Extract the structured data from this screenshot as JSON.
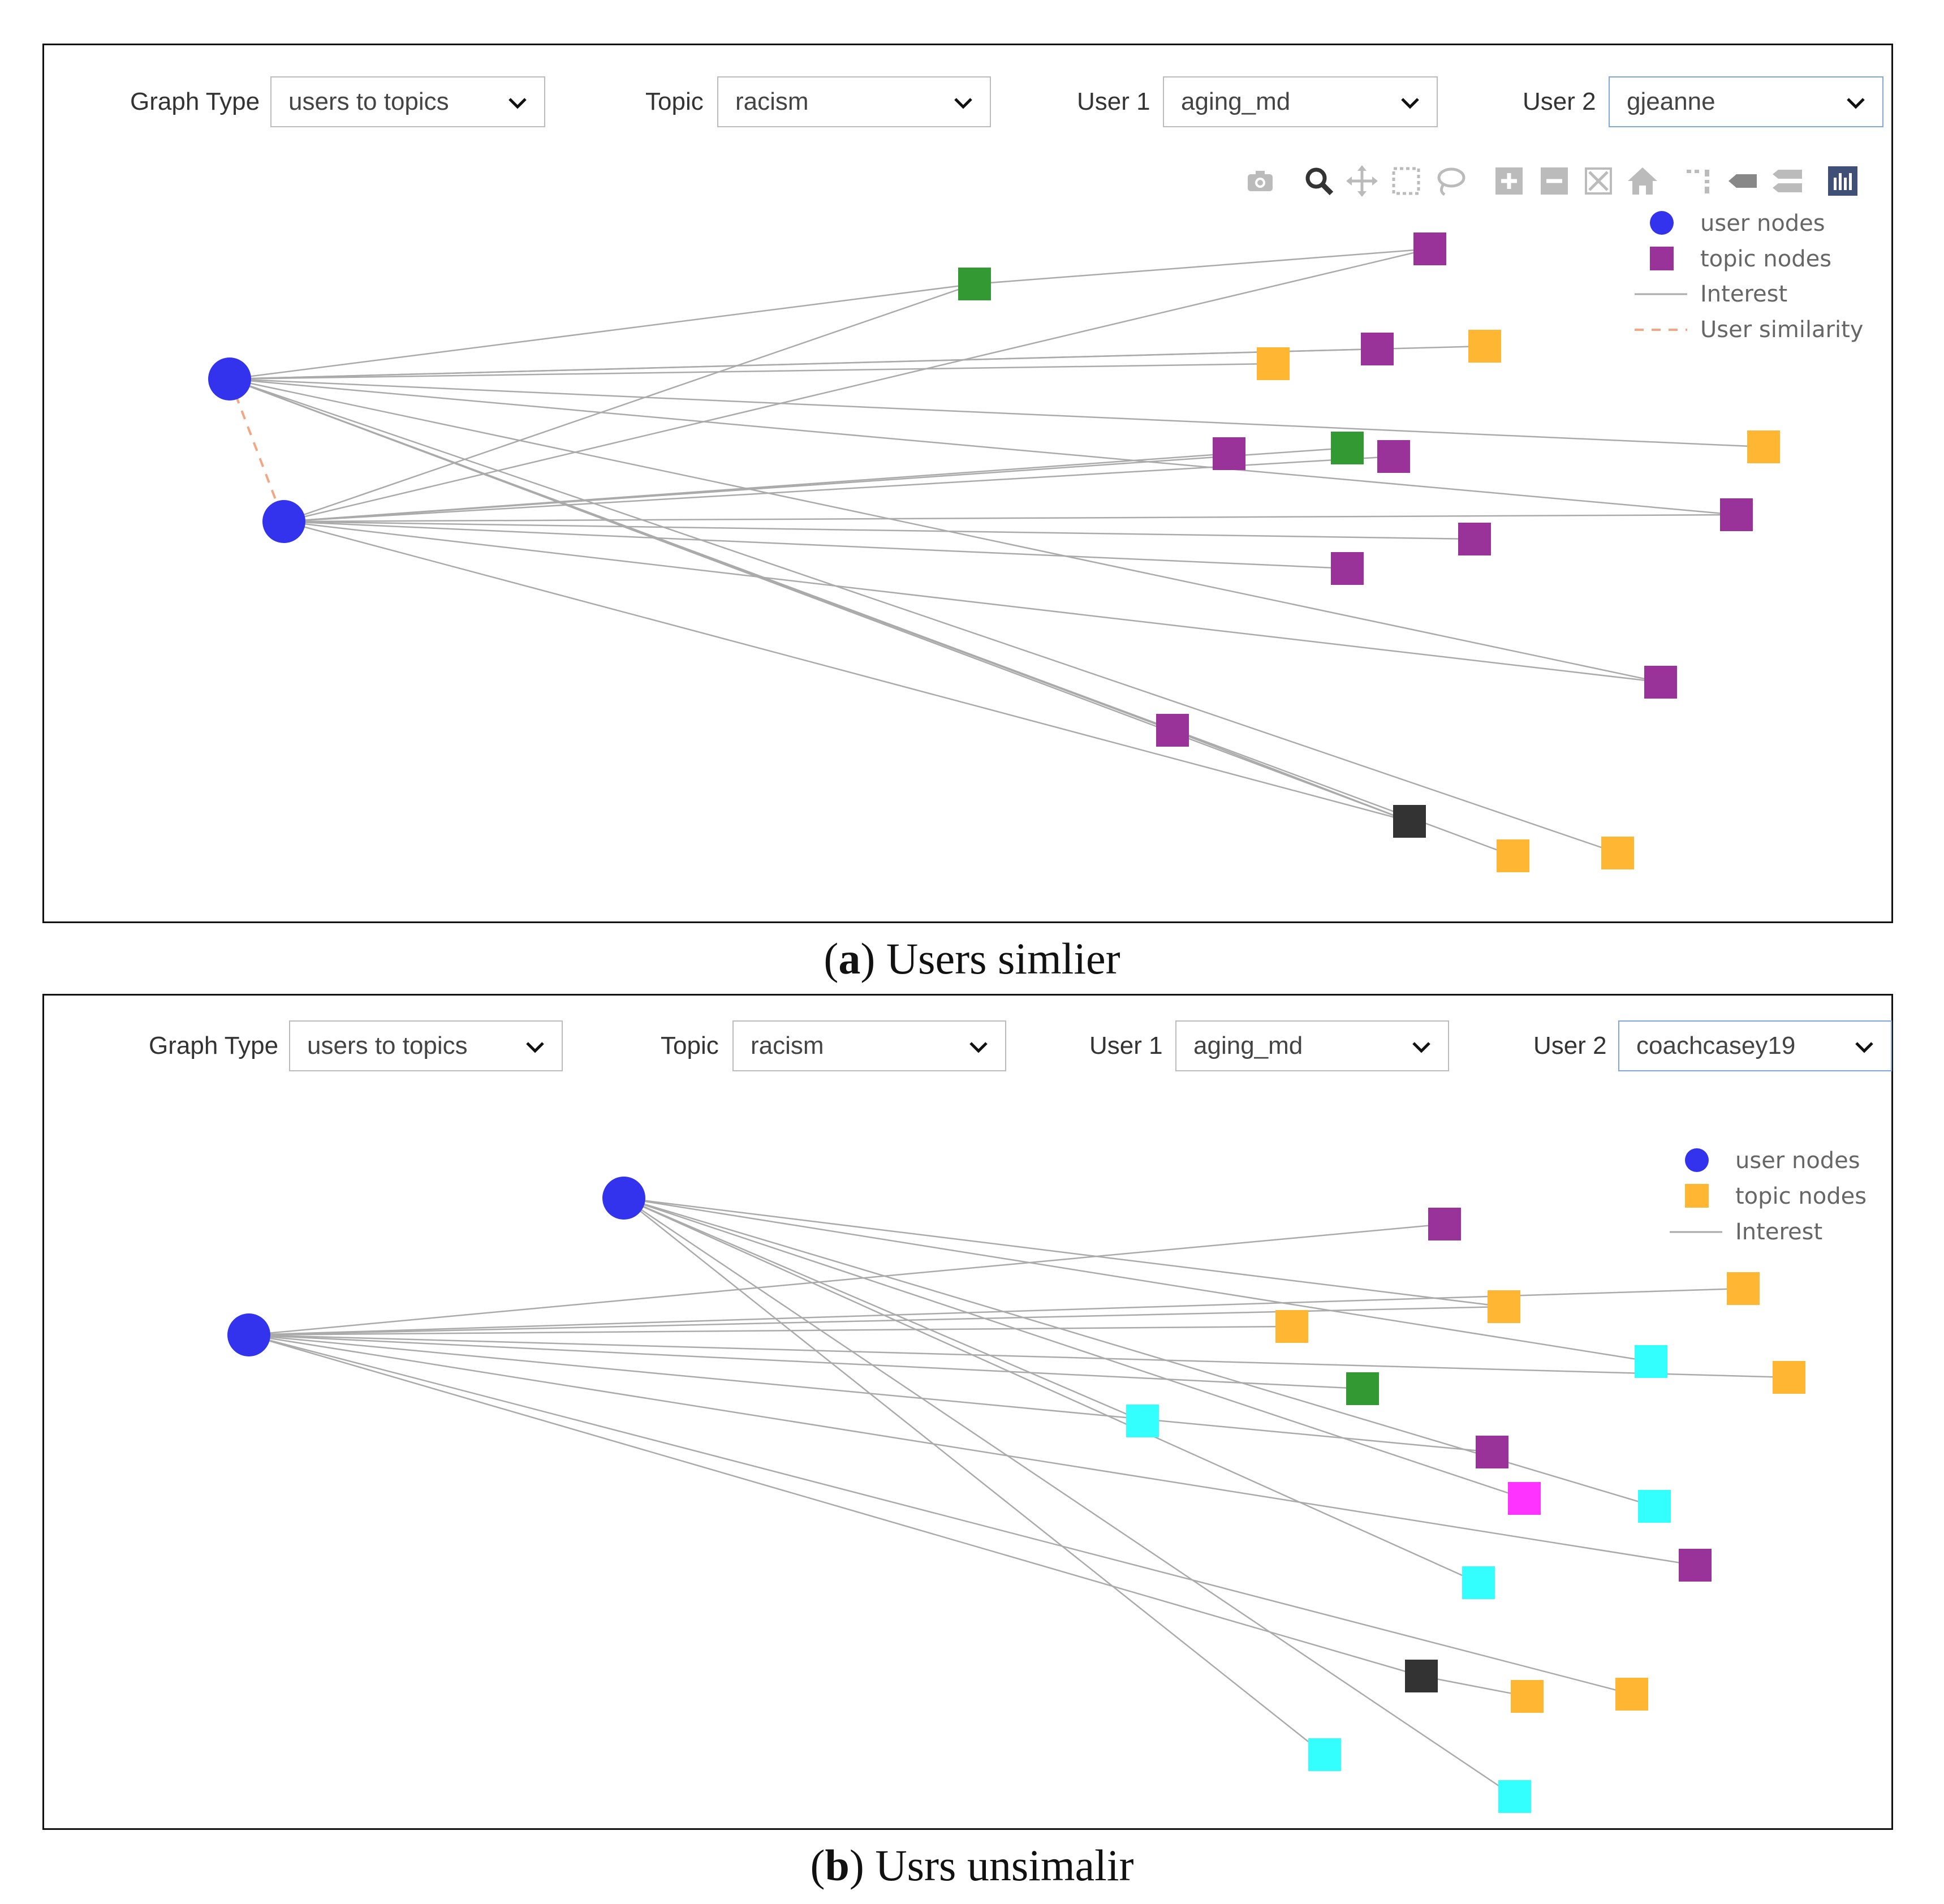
{
  "panels": [
    {
      "id": "a",
      "controls": {
        "graph_type_label": "Graph Type",
        "graph_type_value": "users to topics",
        "topic_label": "Topic",
        "topic_value": "racism",
        "user1_label": "User 1",
        "user1_value": "aging_md",
        "user2_label": "User 2",
        "user2_value": "gjeanne"
      },
      "toolbar_icons": [
        "camera-icon",
        "zoom-icon",
        "pan-icon",
        "box-select-icon",
        "lasso-select-icon",
        "zoom-in-icon",
        "zoom-out-icon",
        "autoscale-icon",
        "reset-axes-icon",
        "spike-lines-icon",
        "hover-closest-icon",
        "hover-compare-icon",
        "plotly-logo-icon"
      ],
      "legend": [
        "user nodes",
        "topic nodes",
        "Interest",
        "User similarity"
      ],
      "caption_letter": "a",
      "caption_text": "Users simlier"
    },
    {
      "id": "b",
      "controls": {
        "graph_type_label": "Graph Type",
        "graph_type_value": "users to topics",
        "topic_label": "Topic",
        "topic_value": "racism",
        "user1_label": "User 1",
        "user1_value": "aging_md",
        "user2_label": "User 2",
        "user2_value": "coachcasey19"
      },
      "legend": [
        "user nodes",
        "topic nodes",
        "Interest"
      ],
      "caption_letter": "b",
      "caption_text": "Usrs unsimalir"
    }
  ],
  "colors": {
    "user_node": "#3333ee",
    "topic_purple": "#993399",
    "topic_orange": "#ffb733",
    "topic_green": "#339933",
    "topic_black": "#333333",
    "topic_cyan": "#33ffff",
    "topic_magenta": "#ff33ff",
    "edge": "#aaaaaa",
    "similarity_edge": "#f4a582"
  },
  "chart_data": [
    {
      "type": "network",
      "panel": "a",
      "legend_entries": [
        "user nodes",
        "topic nodes",
        "Interest",
        "User similarity"
      ],
      "user_nodes": [
        "U1",
        "U2"
      ],
      "topic_nodes": [
        {
          "id": "T1",
          "color": "purple"
        },
        {
          "id": "T2",
          "color": "green"
        },
        {
          "id": "T3",
          "color": "orange"
        },
        {
          "id": "T4",
          "color": "purple"
        },
        {
          "id": "T5",
          "color": "orange"
        },
        {
          "id": "T6",
          "color": "orange"
        },
        {
          "id": "T7",
          "color": "purple"
        },
        {
          "id": "T8",
          "color": "green"
        },
        {
          "id": "T9",
          "color": "purple"
        },
        {
          "id": "T10",
          "color": "purple"
        },
        {
          "id": "T11",
          "color": "purple"
        },
        {
          "id": "T12",
          "color": "purple"
        },
        {
          "id": "T13",
          "color": "purple"
        },
        {
          "id": "T14",
          "color": "purple"
        },
        {
          "id": "T15",
          "color": "black"
        },
        {
          "id": "T16",
          "color": "orange"
        },
        {
          "id": "T17",
          "color": "orange"
        }
      ],
      "interest_edges": [
        [
          "U1",
          "T2"
        ],
        [
          "U1",
          "T3"
        ],
        [
          "U1",
          "T4"
        ],
        [
          "U1",
          "T5"
        ],
        [
          "U1",
          "T6"
        ],
        [
          "U1",
          "T11"
        ],
        [
          "U1",
          "T13"
        ],
        [
          "U1",
          "T14"
        ],
        [
          "U1",
          "T15"
        ],
        [
          "U1",
          "T16"
        ],
        [
          "U1",
          "T17"
        ],
        [
          "U2",
          "T1"
        ],
        [
          "U2",
          "T2"
        ],
        [
          "U2",
          "T7"
        ],
        [
          "U2",
          "T8"
        ],
        [
          "U2",
          "T9"
        ],
        [
          "U2",
          "T10"
        ],
        [
          "U2",
          "T11"
        ],
        [
          "U2",
          "T12"
        ],
        [
          "U2",
          "T13"
        ],
        [
          "U2",
          "T15"
        ],
        [
          "T2",
          "T1"
        ],
        [
          "T14",
          "T15"
        ]
      ],
      "similarity_edges": [
        [
          "U1",
          "U2"
        ]
      ]
    },
    {
      "type": "network",
      "panel": "b",
      "legend_entries": [
        "user nodes",
        "topic nodes",
        "Interest"
      ],
      "user_nodes": [
        "U1",
        "U2"
      ],
      "topic_nodes": [
        {
          "id": "T1",
          "color": "purple"
        },
        {
          "id": "T2",
          "color": "orange"
        },
        {
          "id": "T3",
          "color": "orange"
        },
        {
          "id": "T4",
          "color": "orange"
        },
        {
          "id": "T5",
          "color": "cyan"
        },
        {
          "id": "T6",
          "color": "orange"
        },
        {
          "id": "T7",
          "color": "green"
        },
        {
          "id": "T8",
          "color": "cyan"
        },
        {
          "id": "T9",
          "color": "purple"
        },
        {
          "id": "T10",
          "color": "magenta"
        },
        {
          "id": "T11",
          "color": "cyan"
        },
        {
          "id": "T12",
          "color": "purple"
        },
        {
          "id": "T13",
          "color": "cyan"
        },
        {
          "id": "T14",
          "color": "black"
        },
        {
          "id": "T15",
          "color": "orange"
        },
        {
          "id": "T16",
          "color": "orange"
        },
        {
          "id": "T17",
          "color": "cyan"
        },
        {
          "id": "T18",
          "color": "cyan"
        }
      ],
      "interest_edges": [
        [
          "U1",
          "T1"
        ],
        [
          "U1",
          "T2"
        ],
        [
          "U1",
          "T3"
        ],
        [
          "U1",
          "T4"
        ],
        [
          "U1",
          "T6"
        ],
        [
          "U1",
          "T7"
        ],
        [
          "U1",
          "T9"
        ],
        [
          "U1",
          "T12"
        ],
        [
          "U1",
          "T14"
        ],
        [
          "U1",
          "T16"
        ],
        [
          "U2",
          "T3"
        ],
        [
          "U2",
          "T5"
        ],
        [
          "U2",
          "T8"
        ],
        [
          "U2",
          "T10"
        ],
        [
          "U2",
          "T11"
        ],
        [
          "U2",
          "T13"
        ],
        [
          "U2",
          "T17"
        ],
        [
          "U2",
          "T18"
        ],
        [
          "T14",
          "T15"
        ]
      ],
      "similarity_edges": []
    }
  ]
}
